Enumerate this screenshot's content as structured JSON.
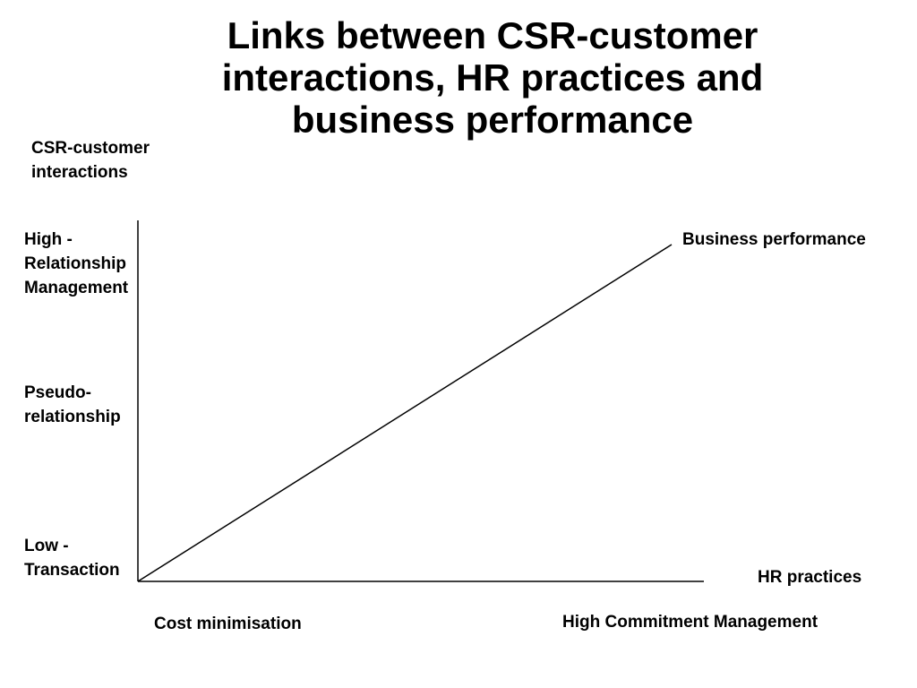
{
  "title": "Links between CSR-customer interactions, HR practices and business performance",
  "y_axis": {
    "title_line1": "CSR-customer",
    "title_line2": "interactions",
    "levels": [
      {
        "line1": "High -",
        "line2": "Relationship",
        "line3": "Management"
      },
      {
        "line1": "Pseudo-",
        "line2": "relationship"
      },
      {
        "line1": "Low -",
        "line2": "Transaction"
      }
    ]
  },
  "x_axis": {
    "title": "HR practices",
    "levels": [
      {
        "label": "Cost minimisation"
      },
      {
        "label": "High Commitment Management"
      }
    ]
  },
  "trend_line": {
    "label": "Business performance"
  }
}
